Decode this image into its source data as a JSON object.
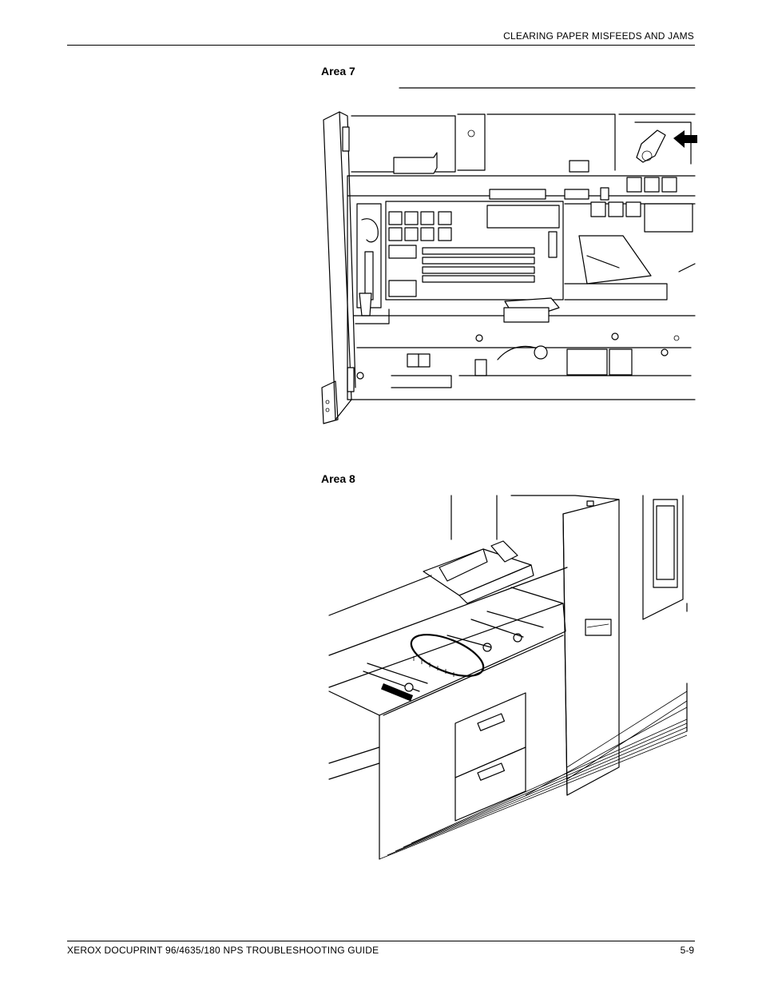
{
  "header": {
    "title": "CLEARING PAPER MISFEEDS AND JAMS"
  },
  "sections": [
    {
      "label": "Area 7",
      "illustration": "printer-area-7-drawing"
    },
    {
      "label": "Area 8",
      "illustration": "printer-area-8-drawing"
    }
  ],
  "footer": {
    "guide_title": "XEROX DOCUPRINT 96/4635/180 NPS TROUBLESHOOTING GUIDE",
    "page_number": "5-9"
  }
}
